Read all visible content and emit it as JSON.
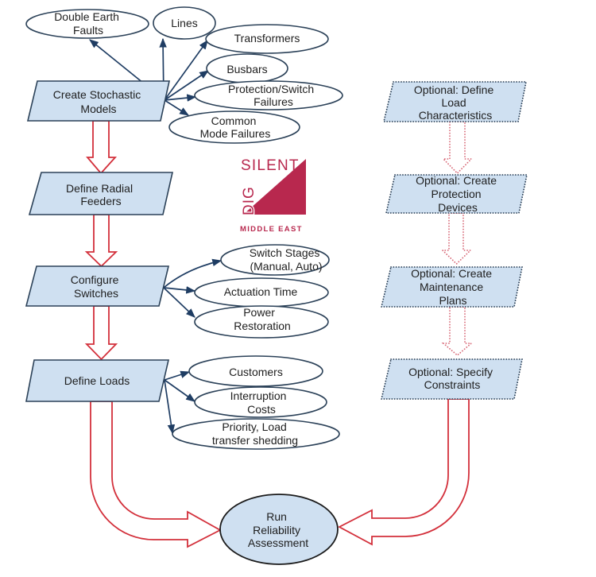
{
  "colors": {
    "box_fill": "#cfe0f1",
    "box_stroke": "#2b4158",
    "connector": "#1f3d63",
    "flow_arrow": "#d3303b",
    "optional_arrow": "#d86a78",
    "logo": "#b8284e",
    "text": "#1e1e1e"
  },
  "logo": {
    "top_word": "SILENT",
    "side_word": "DIG",
    "subtitle": "MIDDLE EAST"
  },
  "main_steps": [
    {
      "label_lines": [
        "Create Stochastic",
        "Models"
      ],
      "attributes": [
        {
          "label_lines": [
            "Double Earth",
            "Faults"
          ]
        },
        {
          "label_lines": [
            "Lines"
          ]
        },
        {
          "label_lines": [
            "Transformers"
          ]
        },
        {
          "label_lines": [
            "Busbars"
          ]
        },
        {
          "label_lines": [
            "Protection/Switch",
            "Failures"
          ]
        },
        {
          "label_lines": [
            "Common",
            "Mode Failures"
          ]
        }
      ]
    },
    {
      "label_lines": [
        "Define Radial",
        "Feeders"
      ],
      "attributes": []
    },
    {
      "label_lines": [
        "Configure",
        "Switches"
      ],
      "attributes": [
        {
          "label_lines": [
            "Switch Stages",
            "(Manual, Auto)"
          ]
        },
        {
          "label_lines": [
            "Actuation Time"
          ]
        },
        {
          "label_lines": [
            "Power",
            "Restoration"
          ]
        }
      ]
    },
    {
      "label_lines": [
        "Define Loads"
      ],
      "attributes": [
        {
          "label_lines": [
            "Customers"
          ]
        },
        {
          "label_lines": [
            "Interruption",
            "Costs"
          ]
        },
        {
          "label_lines": [
            "Priority, Load",
            "transfer shedding"
          ]
        }
      ]
    }
  ],
  "optional_steps": [
    {
      "label_lines": [
        "Optional: Define",
        "Load",
        "Characteristics"
      ]
    },
    {
      "label_lines": [
        "Optional: Create",
        "Protection",
        "Devices"
      ]
    },
    {
      "label_lines": [
        "Optional: Create",
        "Maintenance",
        "Plans"
      ]
    },
    {
      "label_lines": [
        "Optional: Specify",
        "Constraints"
      ]
    }
  ],
  "final_step": {
    "label_lines": [
      "Run",
      "Reliability",
      "Assessment"
    ]
  }
}
